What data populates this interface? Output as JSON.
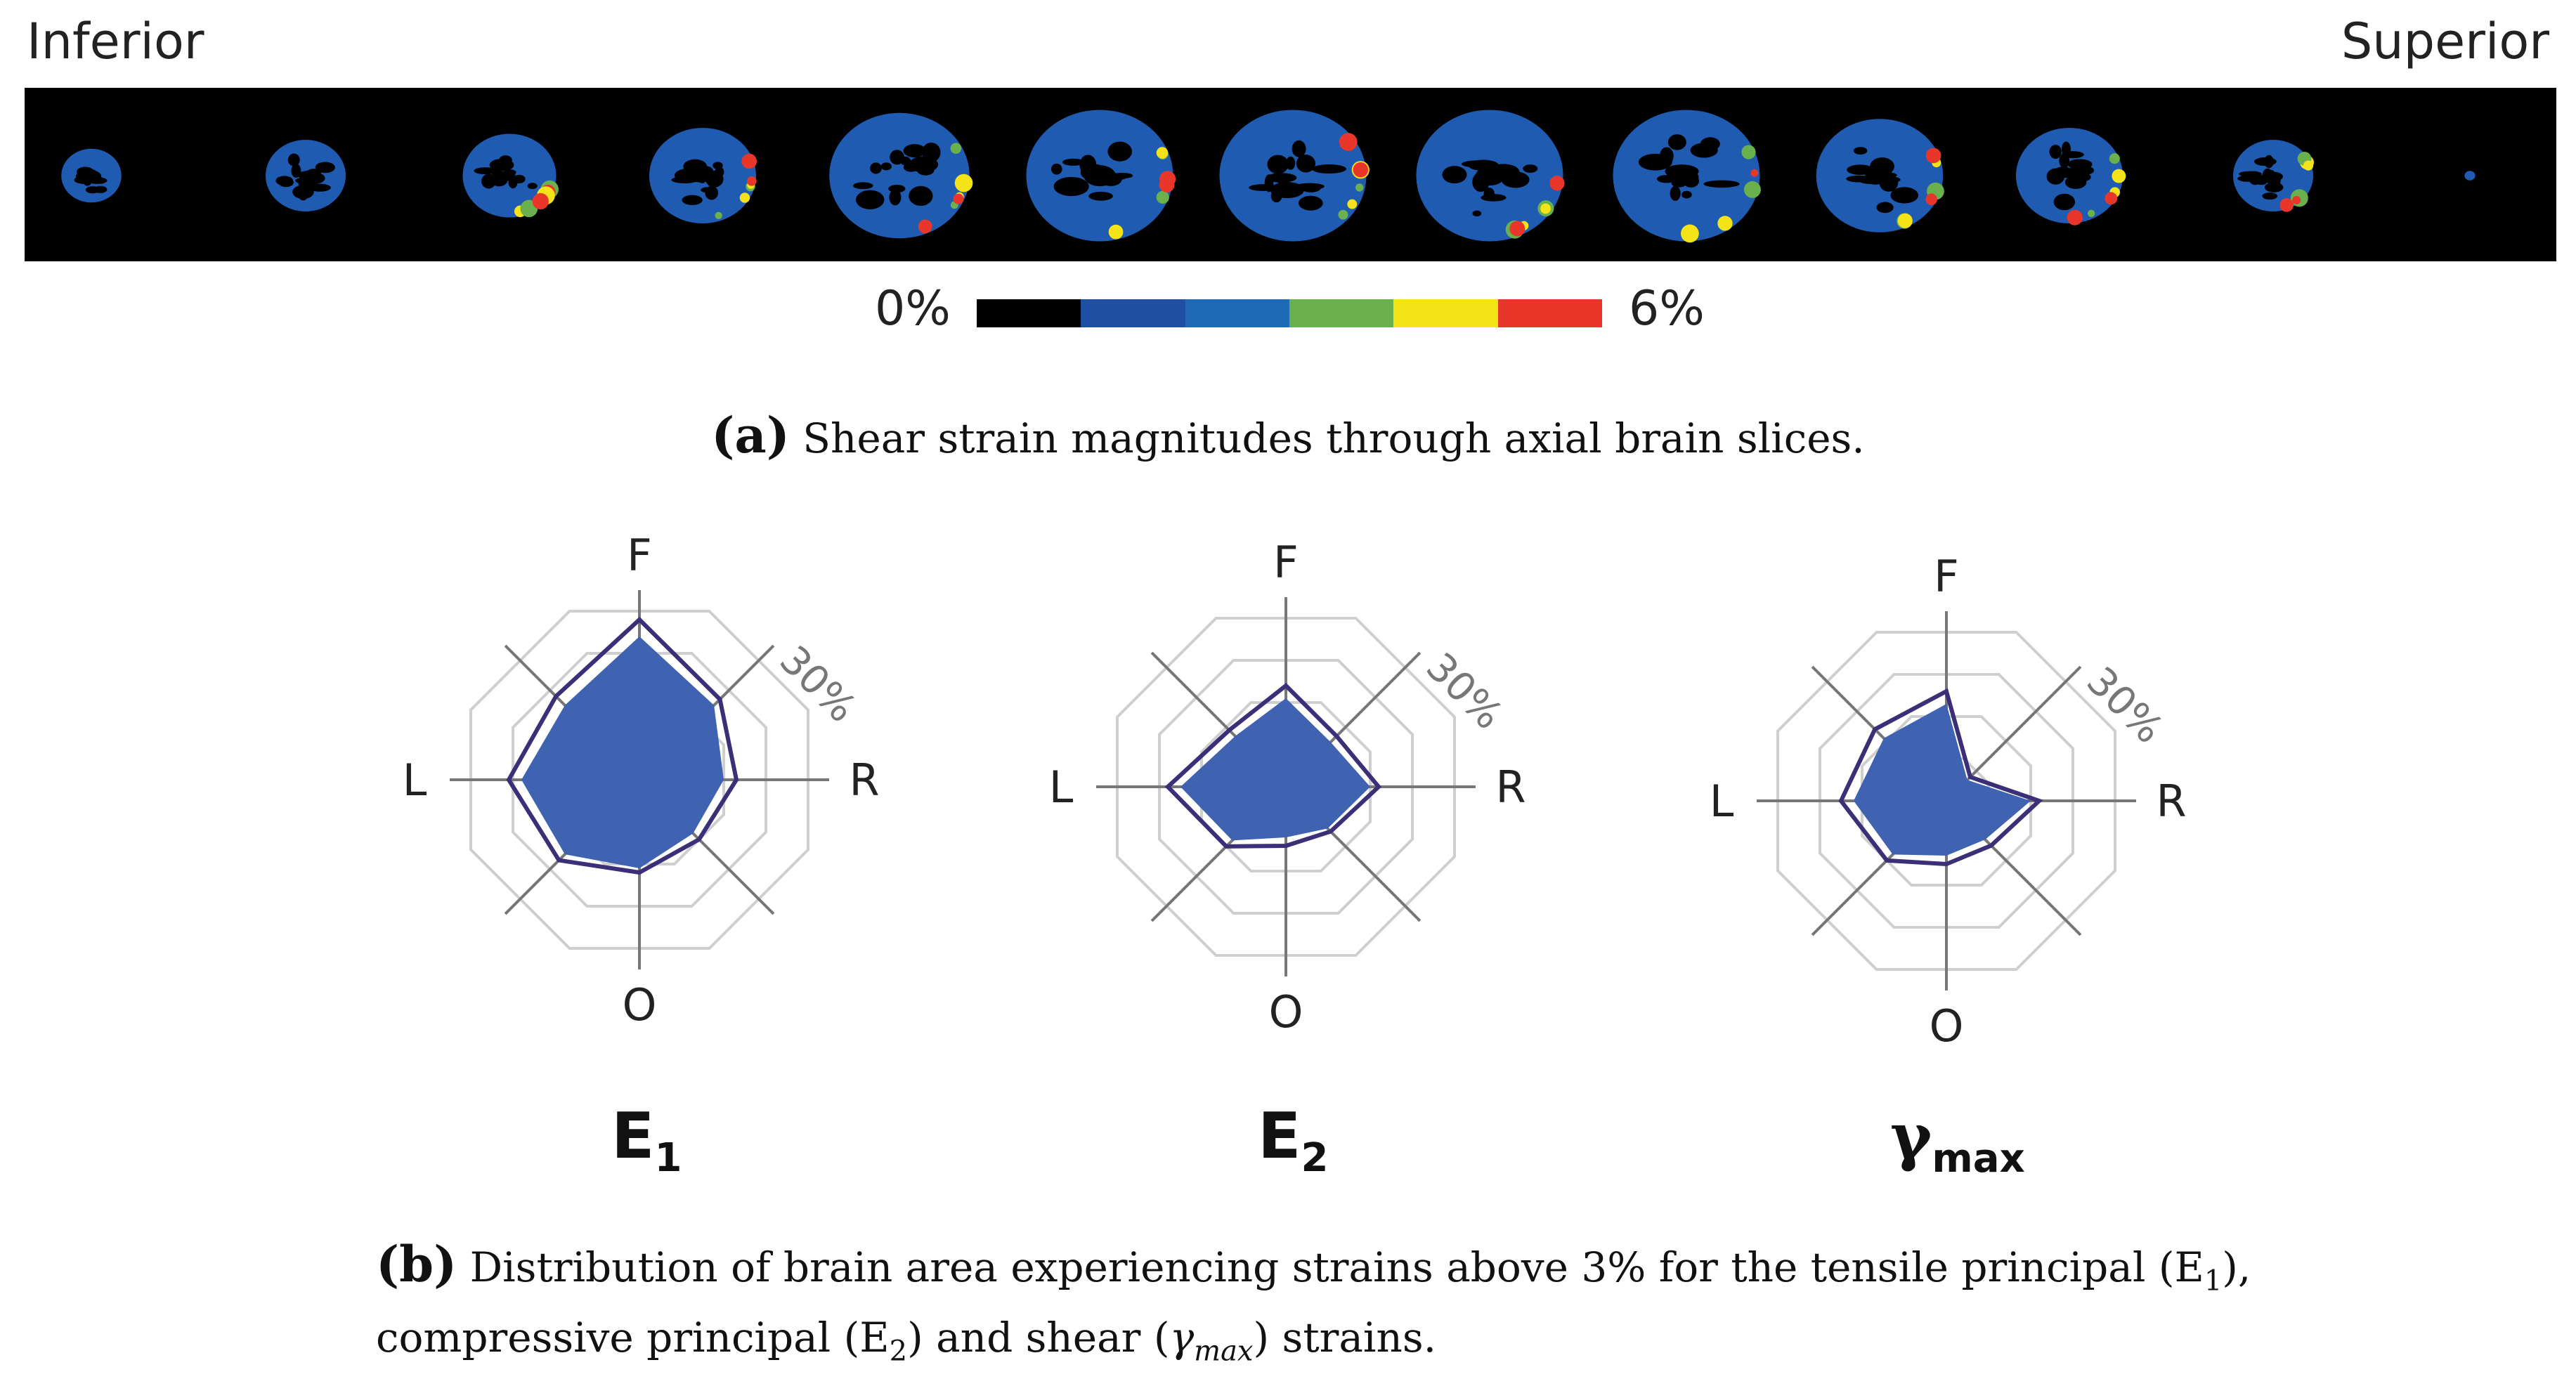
{
  "panel_a": {
    "left_label": "Inferior",
    "right_label": "Superior",
    "colorbar": {
      "min_label": "0%",
      "max_label": "6%",
      "colors": [
        "#000000",
        "#1f4fa0",
        "#1f6bb8",
        "#6ab04c",
        "#f5e31a",
        "#e8372a"
      ]
    },
    "slice_count": 13,
    "caption_tag": "(a)",
    "caption_text": "Shear strain magnitudes through axial brain slices."
  },
  "panel_b": {
    "caption_tag": "(b)",
    "caption_line1": "Distribution of brain area experiencing strains above 3% for the tensile principal (E",
    "caption_sub1": "1",
    "caption_line1_end": "),",
    "caption_line2a": "compressive principal (E",
    "caption_sub2": "2",
    "caption_line2b": ") and shear (",
    "caption_gamma": "γ",
    "caption_gamma_sub": "max",
    "caption_line2c": ") strains.",
    "fill_color": "#3f63b0",
    "outline_color": "#3b2f78",
    "grid_color": "#cfcfcf",
    "axis_color": "#777777"
  },
  "chart_data": [
    {
      "type": "radar",
      "title": "E",
      "title_sub": "1",
      "axes": [
        "F",
        "R",
        "O",
        "L"
      ],
      "ring_label": "30%",
      "ring_label_axis": "F-R diagonal",
      "rings": 4,
      "fill_values": [
        34,
        25,
        20,
        18,
        21,
        25,
        28,
        25
      ],
      "outline_values": [
        38,
        27,
        23,
        20,
        22,
        27,
        31,
        28
      ]
    },
    {
      "type": "radar",
      "title": "E",
      "title_sub": "2",
      "axes": [
        "F",
        "R",
        "O",
        "L"
      ],
      "ring_label": "30%",
      "ring_label_axis": "F-R diagonal",
      "rings": 4,
      "fill_values": [
        21,
        15,
        20,
        14,
        12,
        18,
        25,
        17
      ],
      "outline_values": [
        24,
        17,
        22,
        15,
        14,
        20,
        28,
        19
      ]
    },
    {
      "type": "radar",
      "title": "γ",
      "title_sub": "max",
      "axes": [
        "F",
        "R",
        "O",
        "L"
      ],
      "ring_label": "30%",
      "ring_label_axis": "F-R diagonal",
      "rings": 4,
      "fill_values": [
        23,
        7,
        20,
        13,
        13,
        18,
        22,
        21
      ],
      "outline_values": [
        26,
        8,
        22,
        15,
        15,
        20,
        25,
        24
      ]
    }
  ]
}
